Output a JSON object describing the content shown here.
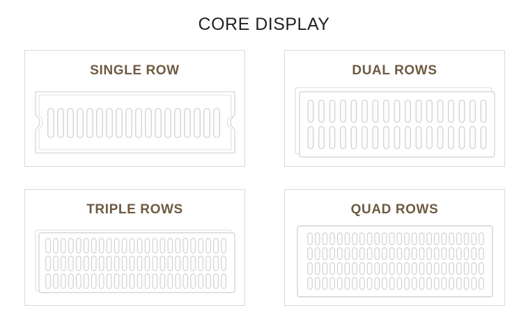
{
  "page": {
    "title": "CORE DISPLAY",
    "background_color": "#ffffff",
    "title_color": "#231f1d",
    "panel_border_color": "#d9d9d9",
    "panel_title_color": "#6e5a42",
    "grille_stroke_color": "#c9c9c9",
    "grille_slot_fill": "#fdfdfd"
  },
  "panels": [
    {
      "id": "single-row",
      "title": "SINGLE ROW",
      "rows": 1,
      "slots_per_row": 18,
      "frame_style": "notched",
      "description": "Rectangular grille frame with side notches and one horizontal row of vertical slots"
    },
    {
      "id": "dual-rows",
      "title": "DUAL ROWS",
      "rows": 2,
      "slots_per_row": 17,
      "frame_style": "double-border",
      "description": "Grille frame with offset outer border and two horizontal rows of vertical slots"
    },
    {
      "id": "triple-rows",
      "title": "TRIPLE ROWS",
      "rows": 3,
      "slots_per_row": 24,
      "frame_style": "double-border",
      "description": "Grille frame with offset outer border and three horizontal rows of vertical slots"
    },
    {
      "id": "quad-rows",
      "title": "QUAD ROWS",
      "rows": 4,
      "slots_per_row": 24,
      "frame_style": "plain",
      "description": "Rectangular grille frame with four horizontal rows of vertical slots"
    }
  ]
}
